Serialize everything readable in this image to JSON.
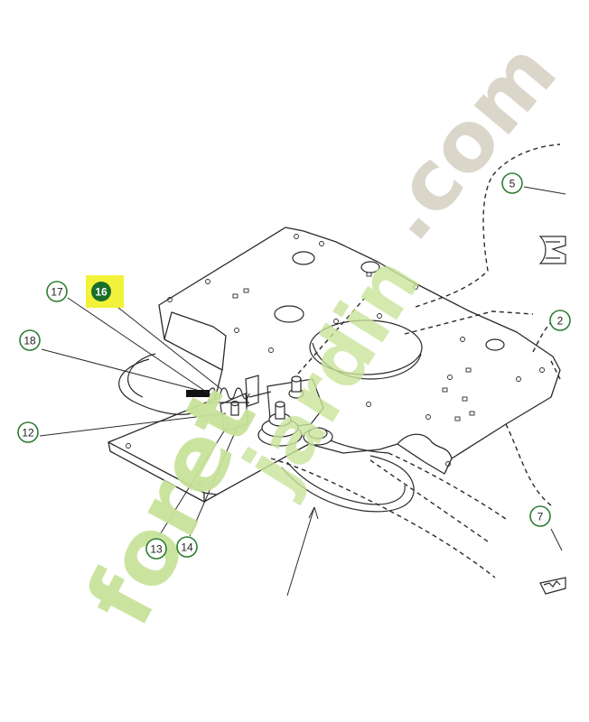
{
  "watermark": {
    "word1": "foret",
    "word2": "jardin",
    "domain": ".com",
    "color_green": "#c8e39a",
    "color_orange": "#f5c9a6",
    "color_gray": "#d9d4c8"
  },
  "callouts": [
    {
      "id": "c16",
      "label": "16",
      "highlighted": true
    },
    {
      "id": "c17",
      "label": "17",
      "highlighted": false
    },
    {
      "id": "c18",
      "label": "18",
      "highlighted": false
    },
    {
      "id": "c12",
      "label": "12",
      "highlighted": false
    },
    {
      "id": "c13",
      "label": "13",
      "highlighted": false
    },
    {
      "id": "c14",
      "label": "14",
      "highlighted": false
    },
    {
      "id": "c5",
      "label": "5",
      "highlighted": false
    },
    {
      "id": "c2",
      "label": "2",
      "highlighted": false
    },
    {
      "id": "c7",
      "label": "7",
      "highlighted": false
    }
  ],
  "colors": {
    "line": "#2a2a2a",
    "callout_ring": "#2e7d32",
    "callout_fill": "#ffffff",
    "highlight_box": "#f2f23a",
    "highlight_disc": "#1b6e2a"
  }
}
